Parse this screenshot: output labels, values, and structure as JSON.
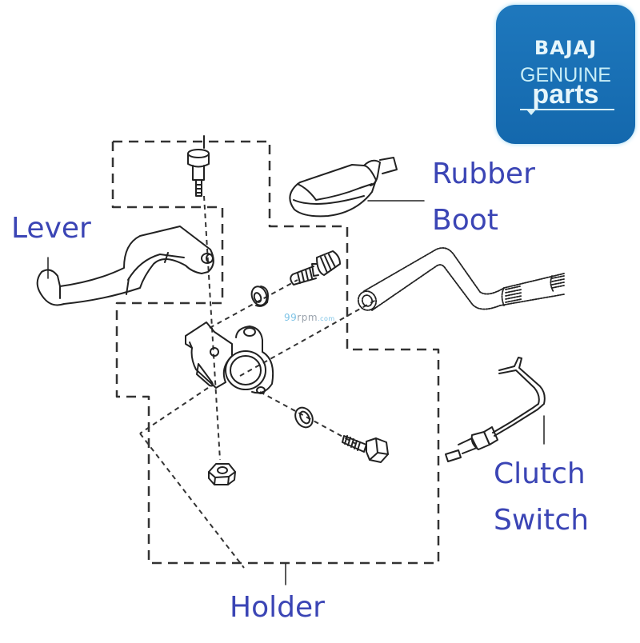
{
  "diagram": {
    "title": "Clutch Lever Assembly",
    "labels": {
      "lever": "Lever",
      "rubber_boot_line1": "Rubber",
      "rubber_boot_line2": "Boot",
      "clutch_switch_line1": "Clutch",
      "clutch_switch_line2": "Switch",
      "holder": "Holder"
    },
    "label_color": "#3b45b5",
    "line_color": "#222222",
    "parts": [
      "lever",
      "pivot-bolt",
      "rubber-boot",
      "adjuster-screw",
      "lock-nut",
      "holder",
      "handlebar",
      "washer",
      "clamp-bolt",
      "hex-nut",
      "clutch-switch"
    ]
  },
  "logo": {
    "brand": "BAJAJ",
    "line2": "GENUINE",
    "line3": "parts",
    "background": "#1a72b8",
    "text_color": "#e6f6fb"
  },
  "watermark": {
    "prefix": "99",
    "main": "rpm",
    "suffix": ".com"
  }
}
